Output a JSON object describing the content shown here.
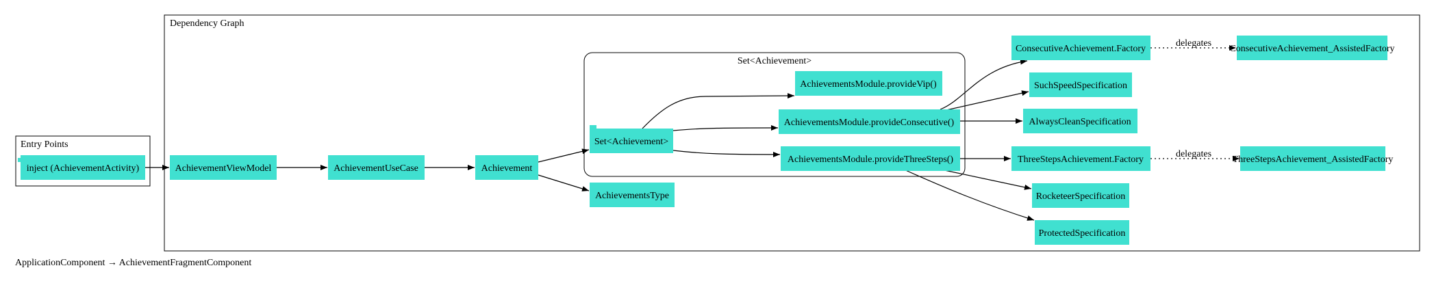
{
  "colors": {
    "node_fill": "#40e0d0",
    "edge": "#000000",
    "cluster_border": "#000000",
    "background": "#ffffff"
  },
  "clusters": {
    "entry_points": "Entry Points",
    "dependency_graph": "Dependency Graph",
    "set_cluster": "Set<Achievement>"
  },
  "nodes": {
    "inject": "inject (AchievementActivity)",
    "view_model": "AchievementViewModel",
    "use_case": "AchievementUseCase",
    "achievement": "Achievement",
    "achievements_type": "AchievementsType",
    "set_achievement": "Set<Achievement>",
    "provide_vip": "AchievementsModule.provideVip()",
    "provide_consecutive": "AchievementsModule.provideConsecutive()",
    "provide_three_steps": "AchievementsModule.provideThreeSteps()",
    "consecutive_factory": "ConsecutiveAchievement.Factory",
    "consecutive_assisted": "ConsecutiveAchievement_AssistedFactory",
    "such_speed": "SuchSpeedSpecification",
    "always_clean": "AlwaysCleanSpecification",
    "three_steps_factory": "ThreeStepsAchievement.Factory",
    "three_steps_assisted": "ThreeStepsAchievement_AssistedFactory",
    "rocketeer": "RocketeerSpecification",
    "protected": "ProtectedSpecification"
  },
  "edge_labels": {
    "consecutive_delegates": "delegates",
    "three_steps_delegates": "delegates"
  },
  "footer": "ApplicationComponent → AchievementFragmentComponent"
}
